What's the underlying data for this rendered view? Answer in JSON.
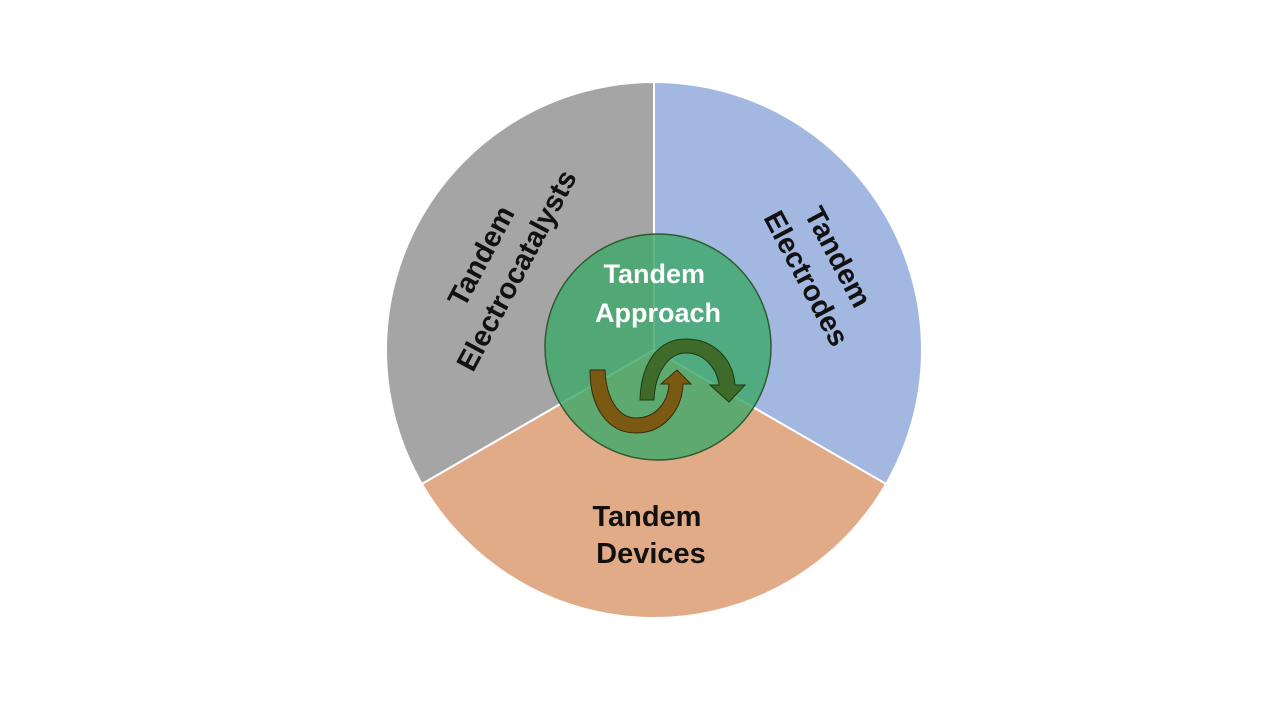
{
  "diagram": {
    "center": {
      "lines": [
        "Tandem",
        "Approach"
      ],
      "color": "#3FA86A"
    },
    "segments": [
      {
        "id": "electrocatalysts",
        "lines": [
          "Tandem",
          "Electrocatalysts"
        ],
        "color": "#A5A5A5"
      },
      {
        "id": "electrodes",
        "lines": [
          "Tandem",
          "Electrodes"
        ],
        "color": "#A2B8E0"
      },
      {
        "id": "devices",
        "lines": [
          "Tandem",
          "Devices"
        ],
        "color": "#E2AB87"
      }
    ],
    "arrows": {
      "cycle-icon": {
        "left_color": "#7A5A12",
        "right_color": "#3E6A2A"
      }
    }
  }
}
